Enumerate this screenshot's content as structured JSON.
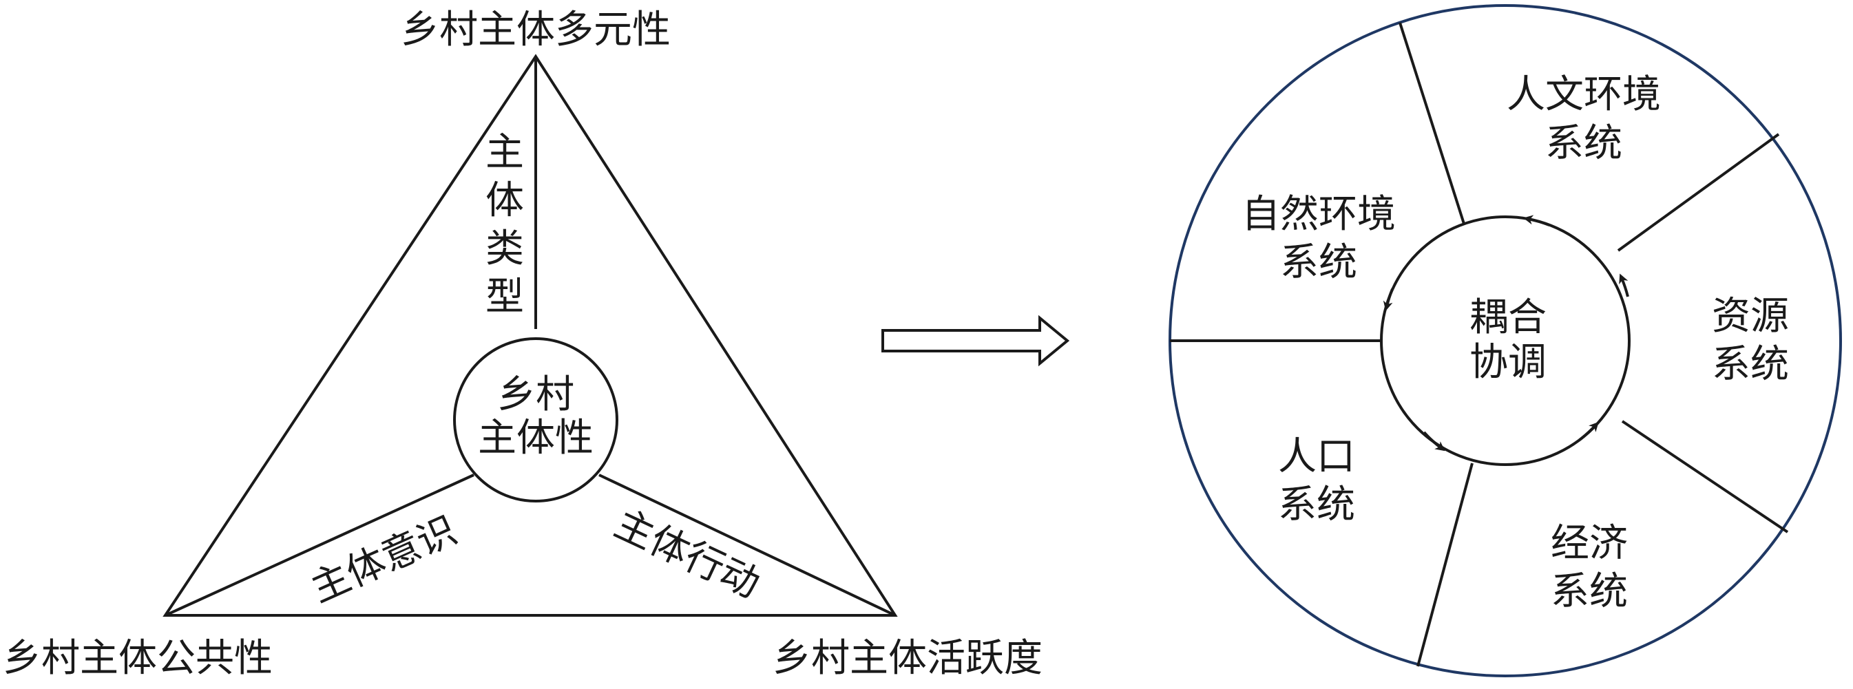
{
  "triangle": {
    "top_vertex": "乡村主体多元性",
    "left_vertex": "乡村主体公共性",
    "right_vertex": "乡村主体活跃度",
    "center": [
      "乡村",
      "主体性"
    ],
    "edge_vertical": [
      "主",
      "体",
      "类",
      "型"
    ],
    "edge_left": "主体意识",
    "edge_right": "主体行动"
  },
  "wheel": {
    "center": [
      "耦合",
      "协调"
    ],
    "sectors": [
      {
        "lines": [
          "人文环境",
          "系统"
        ]
      },
      {
        "lines": [
          "资源",
          "系统"
        ]
      },
      {
        "lines": [
          "经济",
          "系统"
        ]
      },
      {
        "lines": [
          "人口",
          "系统"
        ]
      },
      {
        "lines": [
          "自然环境",
          "系统"
        ]
      }
    ]
  },
  "colors": {
    "line": "#1a1a1a",
    "wheel_outline": "#1f3864"
  }
}
